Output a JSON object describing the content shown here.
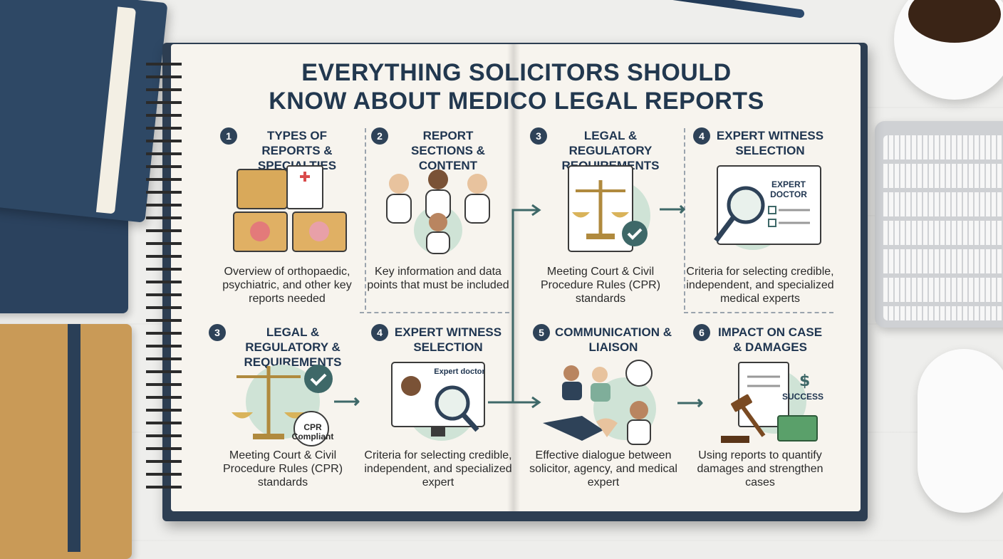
{
  "title_line1": "EVERYTHING SOLICITORS SHOULD",
  "title_line2": "KNOW ABOUT MEDICO LEGAL REPORTS",
  "colors": {
    "navy": "#22384f",
    "teal": "#3e6868",
    "paper": "#f7f4ee",
    "mint": "#cfe3d6"
  },
  "sections": [
    {
      "num": "1",
      "head": "TYPES OF REPORTS & SPECIALTIES",
      "desc": "Overview of orthopaedic, psychiatric, and other key reports needed",
      "icon": "folders-icon"
    },
    {
      "num": "2",
      "head": "REPORT SECTIONS & CONTENT",
      "desc": "Key information and data points that must be included",
      "icon": "doctors-icon"
    },
    {
      "num": "3",
      "head": "LEGAL & REGULATORY REQUIREMENTS",
      "desc": "Meeting Court & Civil Procedure Rules (CPR) standards",
      "icon": "scales-caduceus-icon"
    },
    {
      "num": "4",
      "head": "EXPERT WITNESS SELECTION",
      "desc": "Criteria for selecting credible, independent, and specialized medical experts",
      "icon": "expert-profile-icon",
      "badge": "EXPERT DOCTOR"
    },
    {
      "num": "3",
      "head": "LEGAL & REGULATORY & REQUIREMENTS",
      "desc": "Meeting Court & Civil Procedure Rules (CPR) standards",
      "icon": "scales-check-icon",
      "badge": "CPR Compliant"
    },
    {
      "num": "4",
      "head": "EXPERT WITNESS SELECTION",
      "desc": "Criteria for selecting credible, independent, and specialized expert",
      "icon": "monitor-search-icon",
      "badge": "Expert doctor"
    },
    {
      "num": "5",
      "head": "COMMUNICATION & LIAISON",
      "desc": "Effective dialogue between solicitor, agency, and medical expert",
      "icon": "handshake-icon"
    },
    {
      "num": "6",
      "head": "IMPACT ON CASE & DAMAGES",
      "desc": "Using reports to quantify damages and strengthen cases",
      "icon": "gavel-money-icon",
      "badge": "SUCCESS"
    }
  ]
}
